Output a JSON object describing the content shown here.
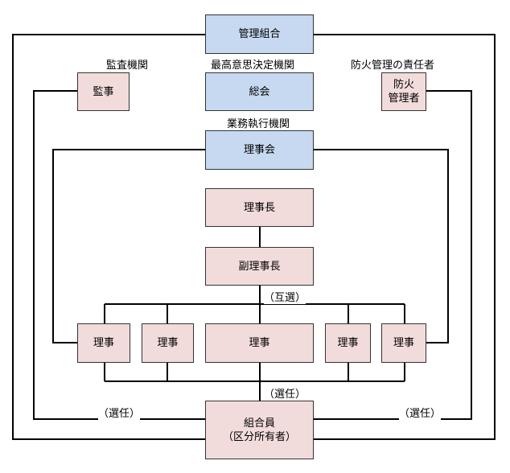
{
  "nodes": {
    "kumiai": "管理組合",
    "soukai": "総会",
    "rijikai": "理事会",
    "rijicho": "理事長",
    "fukurijicho": "副理事長",
    "kanji": "監事",
    "bouka": "防火\n管理者",
    "riji1": "理事",
    "riji2": "理事",
    "riji3": "理事",
    "riji4": "理事",
    "riji5": "理事",
    "kumiaiin": "組合員\n（区分所有者）"
  },
  "labels": {
    "kansa": "監査機関",
    "saikou": "最高意思決定機関",
    "gyoumu": "業務執行機関",
    "bouka_sekinin": "防火管理の責任者",
    "gosen": "（互選）",
    "senin_center": "（選任）",
    "senin_left": "（選任）",
    "senin_right": "（選任）"
  },
  "colors": {
    "decision_box": "#c6d9f0",
    "officer_box": "#f2dcdb",
    "line": "#000000"
  }
}
